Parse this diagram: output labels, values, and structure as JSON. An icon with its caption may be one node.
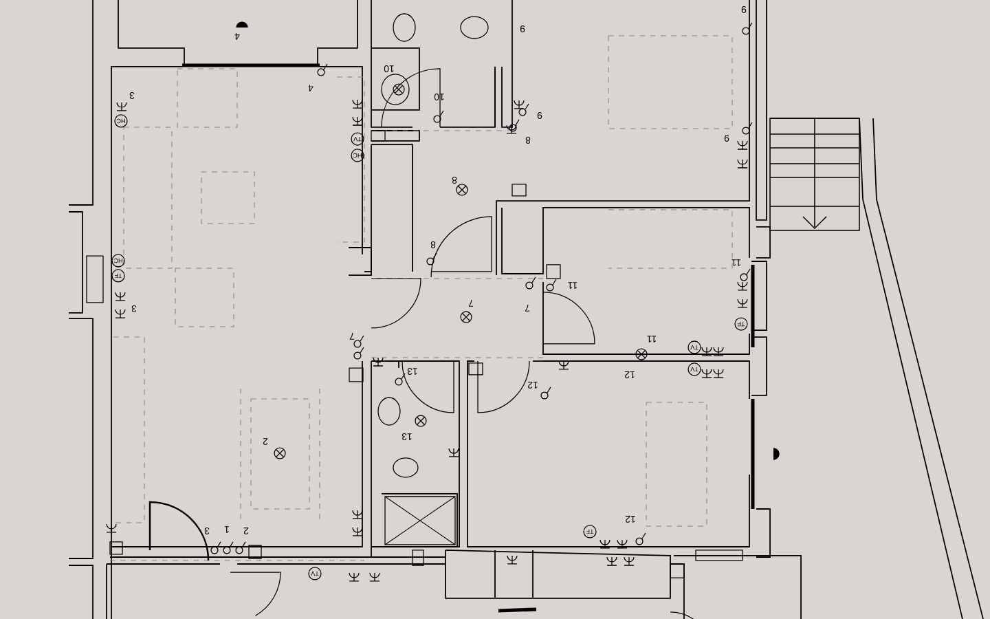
{
  "diagram": {
    "labels": [
      "4",
      "4",
      "3",
      "HC",
      "10",
      "9",
      "9",
      "10",
      "9",
      "8",
      "9",
      "TV",
      "HC",
      "8",
      "8",
      "HC",
      "TF",
      "11",
      "3",
      "7",
      "7",
      "11",
      "11",
      "7",
      "TF",
      "TV",
      "TV",
      "13",
      "12",
      "12",
      "13",
      "2",
      "12",
      "3",
      "1",
      "2",
      "TF",
      "TV"
    ]
  }
}
